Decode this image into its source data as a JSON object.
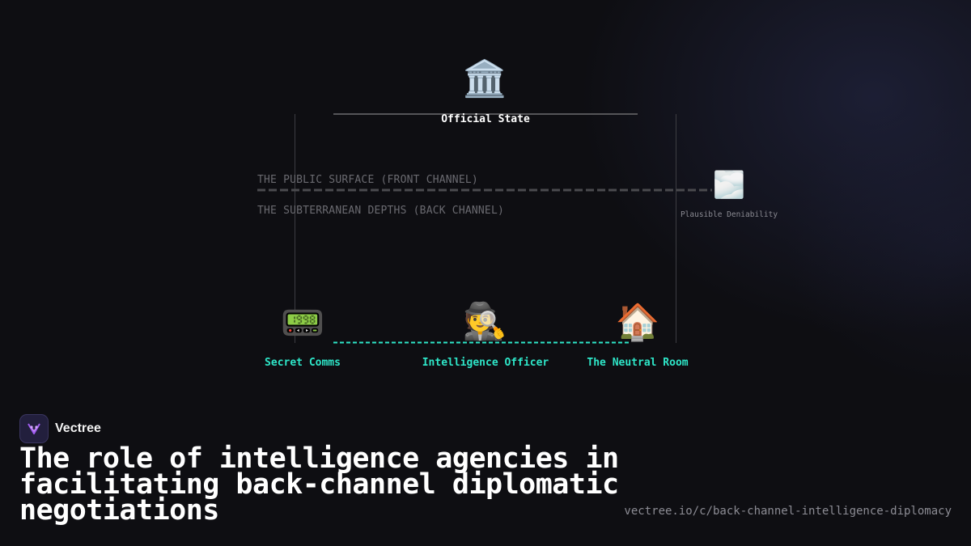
{
  "diagram": {
    "nodes": {
      "official_state": {
        "icon": "classical-building-icon",
        "glyph": "🏛️",
        "label": "Official State"
      },
      "secret_comms": {
        "icon": "pager-icon",
        "glyph": "📟",
        "label": "Secret Comms"
      },
      "intelligence_officer": {
        "icon": "detective-icon",
        "glyph": "🕵️",
        "label": "Intelligence Officer"
      },
      "neutral_room": {
        "icon": "house-icon",
        "glyph": "🏠",
        "label": "The Neutral Room"
      },
      "plausible_deniability": {
        "icon": "fog-icon",
        "glyph": "🌫️",
        "label": "Plausible Deniability"
      }
    },
    "front_channel_label": "THE PUBLIC SURFACE (FRONT CHANNEL)",
    "back_channel_label": "THE SUBTERRANEAN DEPTHS (BACK CHANNEL)",
    "colors": {
      "accent": "#2ee6c8",
      "dashed_divider": "#4a4a4e",
      "connector": "#555558"
    }
  },
  "brand": {
    "name": "Vectree",
    "logo_icon": "vectree-logo-icon"
  },
  "title": "The role of intelligence agencies in facilitating back-channel diplomatic negotiations",
  "url": "vectree.io/c/back-channel-intelligence-diplomacy"
}
